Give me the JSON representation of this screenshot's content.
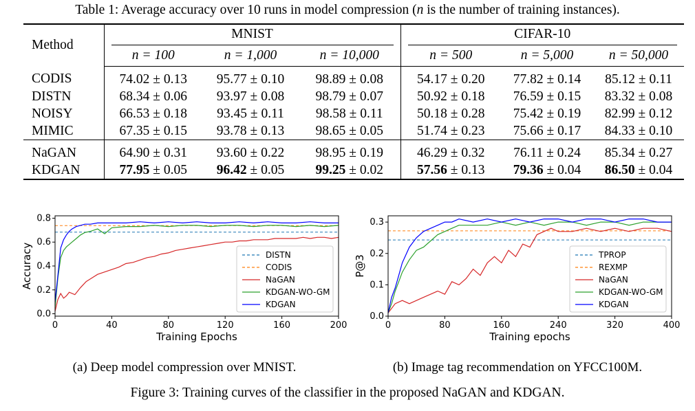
{
  "table": {
    "caption_prefix": "Table 1: Average accuracy over 10 runs in model compression (",
    "caption_var": "n",
    "caption_suffix": " is the number of training instances).",
    "method_header": "Method",
    "groups": [
      "MNIST",
      "CIFAR-10"
    ],
    "columns": [
      "n = 100",
      "n = 1,000",
      "n = 10,000",
      "n = 500",
      "n = 5,000",
      "n = 50,000"
    ],
    "rows_a": [
      {
        "method": "CODIS",
        "cells": [
          [
            "",
            "74.02 ± 0.13"
          ],
          [
            "",
            "95.77 ± 0.10"
          ],
          [
            "",
            "98.89 ± 0.08"
          ],
          [
            "",
            "54.17 ± 0.20"
          ],
          [
            "",
            "77.82 ± 0.14"
          ],
          [
            "",
            "85.12 ± 0.11"
          ]
        ]
      },
      {
        "method": "DISTN",
        "cells": [
          [
            "",
            "68.34 ± 0.06"
          ],
          [
            "",
            "93.97 ± 0.08"
          ],
          [
            "",
            "98.79 ± 0.07"
          ],
          [
            "",
            "50.92 ± 0.18"
          ],
          [
            "",
            "76.59 ± 0.15"
          ],
          [
            "",
            "83.32 ± 0.08"
          ]
        ]
      },
      {
        "method": "NOISY",
        "cells": [
          [
            "",
            "66.53 ± 0.18"
          ],
          [
            "",
            "93.45 ± 0.11"
          ],
          [
            "",
            "98.58 ± 0.11"
          ],
          [
            "",
            "50.18 ± 0.28"
          ],
          [
            "",
            "75.42 ± 0.19"
          ],
          [
            "",
            "82.99 ± 0.12"
          ]
        ]
      },
      {
        "method": "MIMIC",
        "cells": [
          [
            "",
            "67.35 ± 0.15"
          ],
          [
            "",
            "93.78 ± 0.13"
          ],
          [
            "",
            "98.65 ± 0.05"
          ],
          [
            "",
            "51.74 ± 0.23"
          ],
          [
            "",
            "75.66 ± 0.17"
          ],
          [
            "",
            "84.33 ± 0.10"
          ]
        ]
      }
    ],
    "rows_b": [
      {
        "method": "NaGAN",
        "cells": [
          [
            "",
            "64.90 ± 0.31"
          ],
          [
            "",
            "93.60 ± 0.22"
          ],
          [
            "",
            "98.95 ± 0.19"
          ],
          [
            "",
            "46.29 ± 0.32"
          ],
          [
            "",
            "76.11 ± 0.24"
          ],
          [
            "",
            "85.34 ± 0.27"
          ]
        ]
      },
      {
        "method": "KDGAN",
        "cells": [
          [
            "77.95",
            " ± 0.05"
          ],
          [
            "96.42",
            " ± 0.05"
          ],
          [
            "99.25",
            " ± 0.02"
          ],
          [
            "57.56",
            " ± 0.13"
          ],
          [
            "79.36",
            " ± 0.04"
          ],
          [
            "86.50",
            " ± 0.04"
          ]
        ]
      }
    ]
  },
  "subcaptions": {
    "a": "(a) Deep model compression over MNIST.",
    "b": "(b) Image tag recommendation on YFCC100M."
  },
  "figure_caption": "Figure 3: Training curves of the classifier in the proposed NaGAN and KDGAN.",
  "chart_data": [
    {
      "type": "line",
      "xlabel": "Training Epochs",
      "ylabel": "Accuracy",
      "xlim": [
        0,
        200
      ],
      "ylim": [
        -0.02,
        0.82
      ],
      "xticks": [
        0,
        40,
        80,
        120,
        160,
        200
      ],
      "yticks": [
        0.0,
        0.2,
        0.4,
        0.6,
        0.8
      ],
      "ytick_labels": [
        "0.0",
        "0.2",
        "0.4",
        "0.6",
        "0.8"
      ],
      "legend_position": "lower-right",
      "series": [
        {
          "name": "DISTN",
          "style": "dashed",
          "color": "#1f77b4",
          "x": [
            0,
            200
          ],
          "y": [
            0.683,
            0.683
          ]
        },
        {
          "name": "CODIS",
          "style": "dashed",
          "color": "#ff7f0e",
          "x": [
            0,
            200
          ],
          "y": [
            0.738,
            0.738
          ]
        },
        {
          "name": "NaGAN",
          "style": "solid",
          "color": "#d62728",
          "x": [
            0,
            2,
            4,
            6,
            8,
            10,
            14,
            18,
            22,
            26,
            30,
            35,
            40,
            45,
            50,
            55,
            60,
            65,
            70,
            75,
            80,
            85,
            90,
            95,
            100,
            105,
            110,
            115,
            120,
            125,
            130,
            135,
            140,
            145,
            150,
            155,
            160,
            165,
            170,
            175,
            180,
            185,
            190,
            195,
            200
          ],
          "y": [
            0.02,
            0.12,
            0.17,
            0.13,
            0.15,
            0.18,
            0.16,
            0.22,
            0.27,
            0.3,
            0.33,
            0.35,
            0.37,
            0.39,
            0.42,
            0.43,
            0.45,
            0.47,
            0.48,
            0.5,
            0.51,
            0.53,
            0.54,
            0.55,
            0.56,
            0.57,
            0.58,
            0.59,
            0.6,
            0.6,
            0.61,
            0.61,
            0.62,
            0.62,
            0.62,
            0.63,
            0.63,
            0.63,
            0.63,
            0.64,
            0.63,
            0.64,
            0.64,
            0.63,
            0.64
          ]
        },
        {
          "name": "KDGAN-WO-GM",
          "style": "solid",
          "color": "#2ca02c",
          "x": [
            0,
            2,
            4,
            6,
            8,
            10,
            12,
            15,
            18,
            21,
            25,
            30,
            35,
            40,
            50,
            60,
            70,
            80,
            90,
            100,
            110,
            120,
            130,
            140,
            150,
            160,
            170,
            180,
            190,
            200
          ],
          "y": [
            0.05,
            0.3,
            0.47,
            0.53,
            0.56,
            0.58,
            0.6,
            0.63,
            0.66,
            0.68,
            0.69,
            0.71,
            0.67,
            0.72,
            0.73,
            0.73,
            0.74,
            0.73,
            0.74,
            0.74,
            0.73,
            0.74,
            0.74,
            0.73,
            0.74,
            0.74,
            0.73,
            0.74,
            0.73,
            0.74
          ]
        },
        {
          "name": "KDGAN",
          "style": "solid",
          "color": "#0000ff",
          "x": [
            0,
            2,
            4,
            6,
            8,
            10,
            12,
            15,
            18,
            21,
            25,
            30,
            40,
            50,
            60,
            70,
            80,
            90,
            100,
            110,
            120,
            130,
            140,
            150,
            160,
            170,
            180,
            190,
            200
          ],
          "y": [
            0.1,
            0.32,
            0.55,
            0.62,
            0.66,
            0.69,
            0.71,
            0.73,
            0.74,
            0.75,
            0.75,
            0.76,
            0.76,
            0.76,
            0.77,
            0.76,
            0.77,
            0.76,
            0.77,
            0.76,
            0.76,
            0.77,
            0.76,
            0.77,
            0.76,
            0.76,
            0.77,
            0.76,
            0.76
          ]
        }
      ]
    },
    {
      "type": "line",
      "xlabel": "Training epochs",
      "ylabel": "P@3",
      "xlim": [
        0,
        400
      ],
      "ylim": [
        0.0,
        0.32
      ],
      "xticks": [
        0,
        80,
        160,
        240,
        320,
        400
      ],
      "yticks": [
        0.0,
        0.1,
        0.2,
        0.3
      ],
      "ytick_labels": [
        "0.0",
        "0.1",
        "0.2",
        "0.3"
      ],
      "legend_position": "lower-right",
      "series": [
        {
          "name": "TPROP",
          "style": "dashed",
          "color": "#1f77b4",
          "x": [
            0,
            400
          ],
          "y": [
            0.243,
            0.243
          ]
        },
        {
          "name": "REXMP",
          "style": "dashed",
          "color": "#ff7f0e",
          "x": [
            0,
            400
          ],
          "y": [
            0.272,
            0.272
          ]
        },
        {
          "name": "NaGAN",
          "style": "solid",
          "color": "#d62728",
          "x": [
            0,
            10,
            20,
            30,
            40,
            50,
            60,
            70,
            80,
            90,
            100,
            110,
            120,
            130,
            140,
            150,
            160,
            170,
            180,
            190,
            200,
            210,
            220,
            230,
            240,
            260,
            280,
            300,
            320,
            340,
            360,
            380,
            400
          ],
          "y": [
            0.01,
            0.04,
            0.05,
            0.04,
            0.05,
            0.06,
            0.07,
            0.08,
            0.07,
            0.11,
            0.1,
            0.12,
            0.15,
            0.13,
            0.17,
            0.19,
            0.17,
            0.21,
            0.19,
            0.23,
            0.22,
            0.26,
            0.27,
            0.28,
            0.27,
            0.27,
            0.28,
            0.27,
            0.28,
            0.27,
            0.28,
            0.28,
            0.27
          ]
        },
        {
          "name": "KDGAN-WO-GM",
          "style": "solid",
          "color": "#2ca02c",
          "x": [
            0,
            5,
            10,
            15,
            20,
            30,
            40,
            50,
            60,
            70,
            80,
            90,
            100,
            120,
            140,
            160,
            180,
            200,
            220,
            240,
            260,
            280,
            300,
            320,
            340,
            360,
            380,
            400
          ],
          "y": [
            0.01,
            0.04,
            0.08,
            0.11,
            0.14,
            0.18,
            0.21,
            0.22,
            0.24,
            0.26,
            0.27,
            0.28,
            0.29,
            0.29,
            0.29,
            0.3,
            0.29,
            0.3,
            0.29,
            0.3,
            0.3,
            0.29,
            0.3,
            0.3,
            0.29,
            0.3,
            0.3,
            0.3
          ]
        },
        {
          "name": "KDGAN",
          "style": "solid",
          "color": "#0000ff",
          "x": [
            0,
            5,
            10,
            15,
            20,
            30,
            40,
            50,
            60,
            70,
            80,
            90,
            100,
            120,
            140,
            160,
            180,
            200,
            220,
            240,
            260,
            280,
            300,
            320,
            340,
            360,
            380,
            400
          ],
          "y": [
            0.01,
            0.06,
            0.09,
            0.13,
            0.17,
            0.22,
            0.25,
            0.27,
            0.28,
            0.29,
            0.3,
            0.3,
            0.31,
            0.3,
            0.31,
            0.3,
            0.31,
            0.3,
            0.31,
            0.31,
            0.3,
            0.31,
            0.31,
            0.3,
            0.31,
            0.31,
            0.3,
            0.3
          ]
        }
      ]
    }
  ]
}
